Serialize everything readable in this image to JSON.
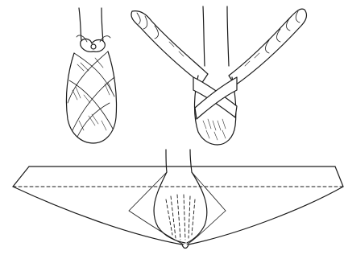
{
  "figure": {
    "panels": [
      {
        "id": "wrapped-foot-front"
      },
      {
        "id": "wrapped-foot-crossed"
      },
      {
        "id": "triangular-bandage-spread"
      }
    ]
  },
  "colors": {
    "ink": "#1a1a1a",
    "background": "#ffffff"
  }
}
